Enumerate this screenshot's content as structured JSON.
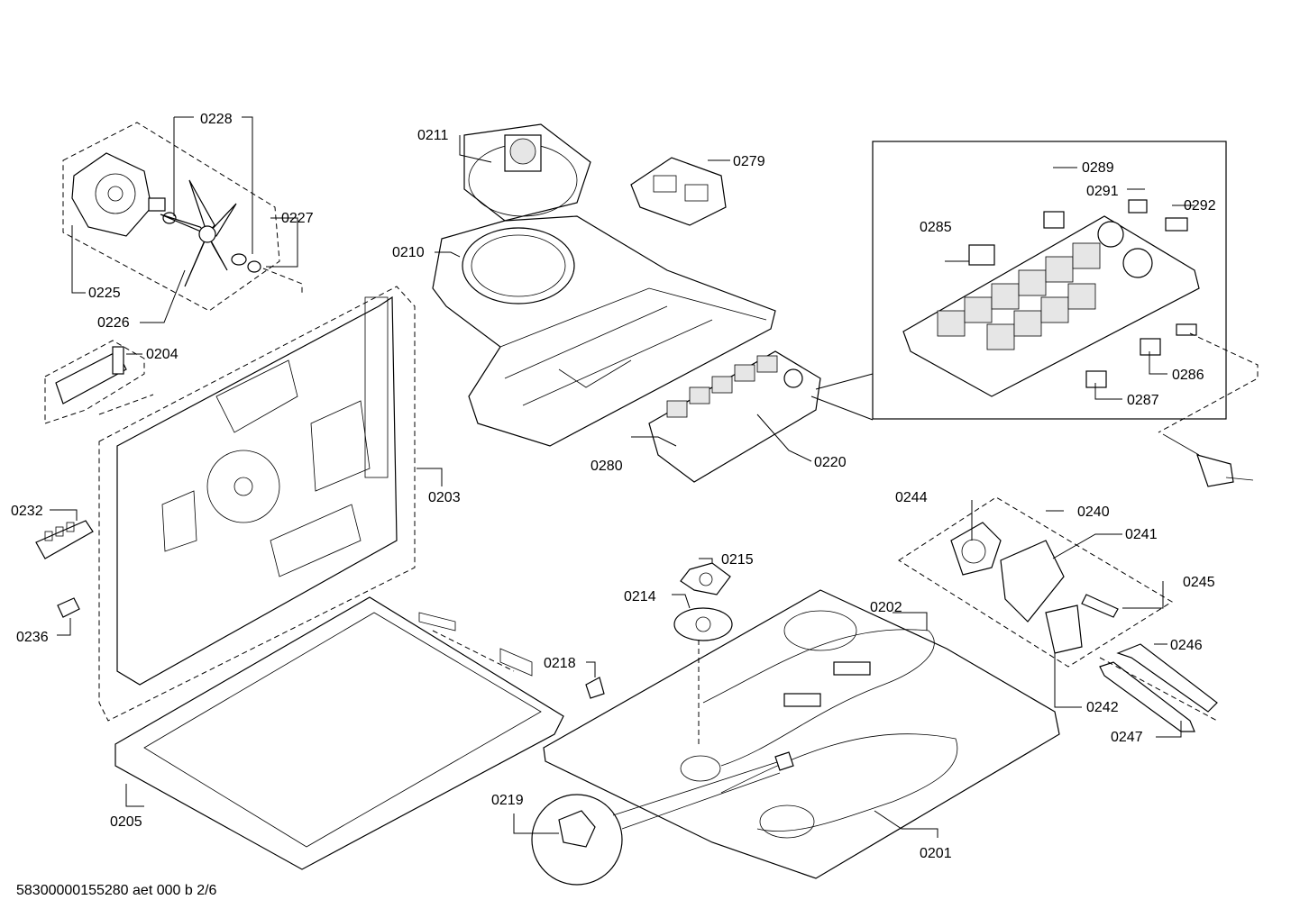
{
  "footer": "58300000155280 aet 000 b 2/6",
  "labels": {
    "p0201": "0201",
    "p0202": "0202",
    "p0203": "0203",
    "p0204": "0204",
    "p0205": "0205",
    "p0210": "0210",
    "p0211": "0211",
    "p0214": "0214",
    "p0215": "0215",
    "p0218": "0218",
    "p0219": "0219",
    "p0220": "0220",
    "p0225": "0225",
    "p0226": "0226",
    "p0227": "0227",
    "p0228": "0228",
    "p0232": "0232",
    "p0236": "0236",
    "p0240": "0240",
    "p0241": "0241",
    "p0242": "0242",
    "p0244": "0244",
    "p0245": "0245",
    "p0246": "0246",
    "p0247": "0247",
    "p0279": "0279",
    "p0280": "0280",
    "p0285": "0285",
    "p0286": "0286",
    "p0287": "0287",
    "p0289": "0289",
    "p0291": "0291",
    "p0292": "0292"
  }
}
